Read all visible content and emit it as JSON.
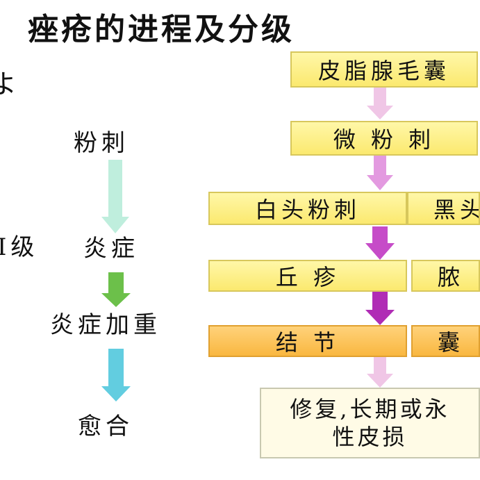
{
  "title": "痤疮的进程及分级",
  "left_edge_fragment": "Ⅰ级",
  "left_column": [
    "粉刺",
    "炎症",
    "炎症加重",
    "愈合"
  ],
  "right_flow": {
    "sebaceous": "皮脂腺毛囊",
    "micro": "微 粉 刺",
    "whitehead": "白头粉刺",
    "blackhead_partial": "黑头",
    "papule": "丘  疹",
    "pustule_partial": "脓",
    "nodule": "结  节",
    "cyst_partial": "囊",
    "outcome_line1": "修复,长期或永",
    "outcome_line2": "性皮损"
  },
  "colors": {
    "arrow_mint": "#bfeedd",
    "arrow_green": "#6cc04a",
    "arrow_cyan": "#62cde0",
    "arrow_pink_light": "#f0c6e6",
    "arrow_pink": "#e39ae0",
    "arrow_magenta": "#c64cc8",
    "arrow_purple": "#b02cb5"
  }
}
